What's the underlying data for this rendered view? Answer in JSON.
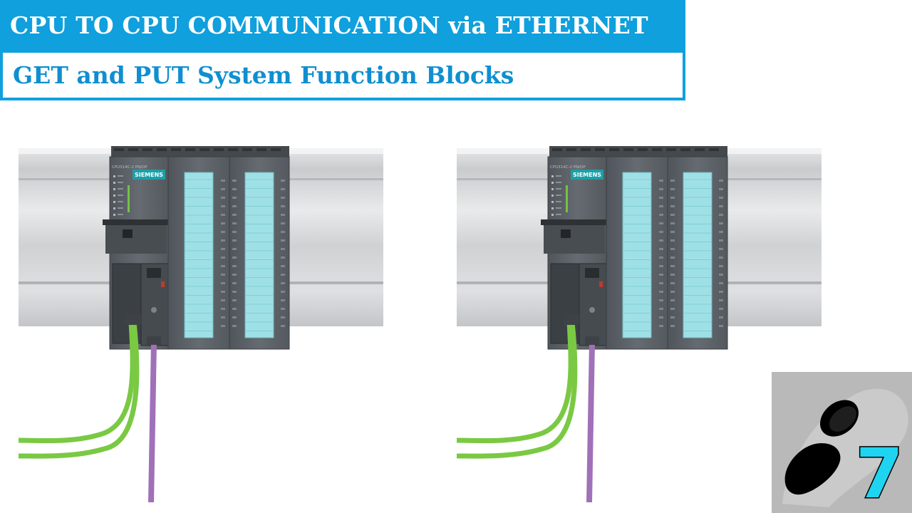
{
  "header": {
    "title": "CPU TO CPU COMMUNICATION via ETHERNET",
    "subtitle": "GET and PUT System Function Blocks"
  },
  "plc": {
    "brand": "SIEMENS",
    "cpu_label": "CPU314C-2 PN/DP"
  },
  "logo": {
    "digit": "7"
  },
  "colors": {
    "header_bar": "#0fa0dd",
    "subtitle_text": "#0f8fd0",
    "ethernet_cable": "#7ac943",
    "profibus_cable": "#a070b8",
    "module_body": "#5d6368",
    "io_label": "#9fe0e6",
    "logo_digit": "#1fd4f0"
  }
}
